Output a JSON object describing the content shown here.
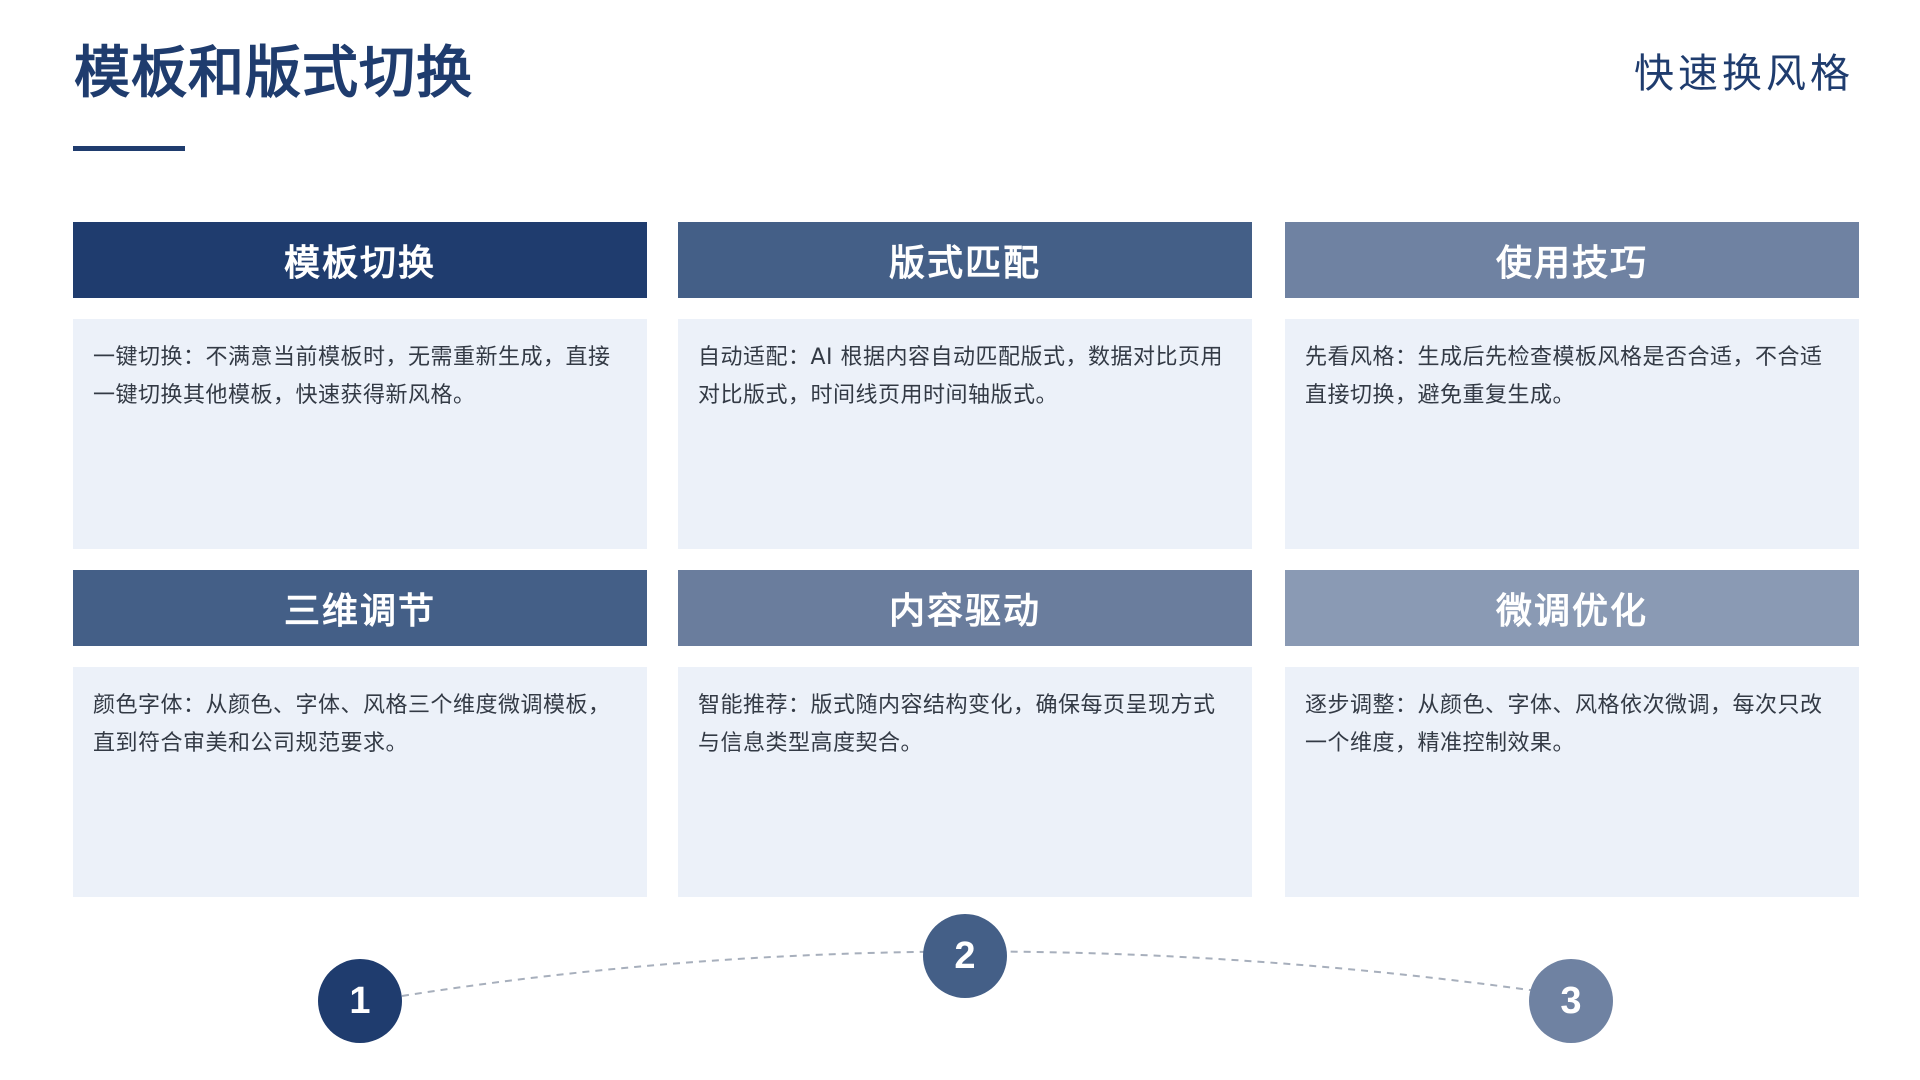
{
  "header": {
    "title": "模板和版式切换",
    "subtitle": "快速换风格"
  },
  "cards": [
    {
      "title": "模板切换",
      "body": "一键切换：不满意当前模板时，无需重新生成，直接一键切换其他模板，快速获得新风格。",
      "header_color": "#1f3c6e"
    },
    {
      "title": "版式匹配",
      "body": "自动适配：AI 根据内容自动匹配版式，数据对比页用对比版式，时间线页用时间轴版式。",
      "header_color": "#445f87"
    },
    {
      "title": "使用技巧",
      "body": "先看风格：生成后先检查模板风格是否合适，不合适直接切换，避免重复生成。",
      "header_color": "#6f82a2"
    },
    {
      "title": "三维调节",
      "body": "颜色字体：从颜色、字体、风格三个维度微调模板，直到符合审美和公司规范要求。",
      "header_color": "#445f87"
    },
    {
      "title": "内容驱动",
      "body": "智能推荐：版式随内容结构变化，确保每页呈现方式与信息类型高度契合。",
      "header_color": "#6a7d9d"
    },
    {
      "title": "微调优化",
      "body": "逐步调整：从颜色、字体、风格依次微调，每次只改一个维度，精准控制效果。",
      "header_color": "#8a9ab4"
    }
  ],
  "steps": [
    {
      "label": "1",
      "color": "#1f3c6e"
    },
    {
      "label": "2",
      "color": "#445f87"
    },
    {
      "label": "3",
      "color": "#6f82a2"
    }
  ],
  "colors": {
    "primary": "#1f3c6e",
    "card_body_bg": "#ecf1f9",
    "connector": "#a7afbc"
  }
}
